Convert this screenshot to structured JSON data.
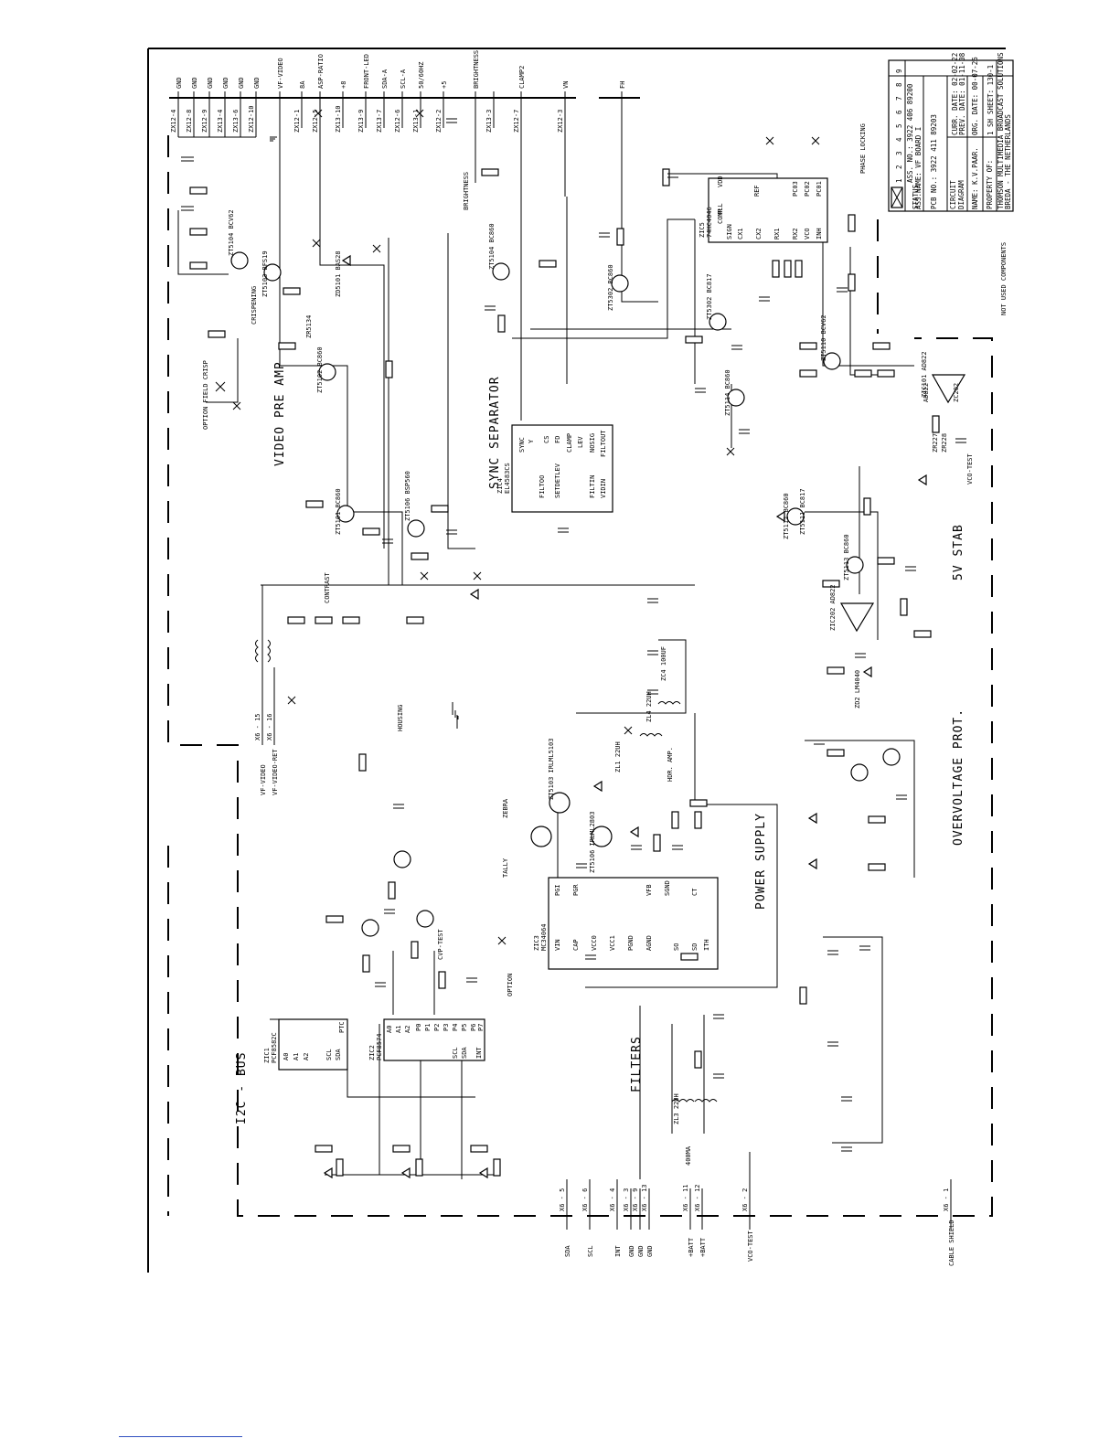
{
  "sections": {
    "video_pre_amp": "VIDEO PRE AMP",
    "sync_separator": "SYNC SEPARATOR",
    "i2c_bus": "I2C - BUS",
    "filters": "FILTERS",
    "power_supply": "POWER SUPPLY",
    "five_v_stab": "5V STAB",
    "overvoltage_prot": "OVERVOLTAGE PROT.",
    "phase_locking": "PHASE LOCKING",
    "not_used": "NOT USED COMPONENTS"
  },
  "title_block": {
    "status": "STATUS",
    "ass_no": "ASS. NO.: 3922 406 89200",
    "ass_name": "ASS.NAME: VF BOARD I",
    "pcb_no": "PCB NO.: 3922 411 89203",
    "circuit": "CIRCUIT",
    "diagram": "DIAGRAM",
    "curr_date": "CURR. DATE: 02-02-22",
    "prev_date": "PREV. DATE: 01-11-08",
    "orig_date": "ORG. DATE: 00-07-26",
    "name": "NAME: K.V.PAAR.",
    "sheet": "SHEET: 130-1",
    "sheet_no": "1 SH",
    "property": "PROPERTY OF:",
    "company": "THOMSON MULTIMEDIA BROADCAST SOLUTIONS",
    "city": "BREDA - THE NETHERLANDS",
    "rev_digits": [
      "1",
      "2",
      "3",
      "4",
      "5",
      "6",
      "7",
      "8",
      "9"
    ]
  },
  "top_connectors": [
    "GND",
    "GND",
    "GND",
    "GND",
    "GND",
    "GND",
    "VF-VIDEO",
    "8A",
    "ASP-RATIO",
    "+8",
    "FRONT-LED",
    "SDA-A",
    "SCL-A",
    "50/60HZ",
    "+5",
    "BRIGHTNESS",
    "CLAMP2",
    "VN",
    "FH"
  ],
  "top_pins": [
    "ZX12-4",
    "ZX12-8",
    "ZX12-9",
    "ZX13-4",
    "ZX13-6",
    "ZX12-10",
    "ZX12-1",
    "ZX12-5",
    "ZX13-10",
    "ZX13-9",
    "ZX13-7",
    "ZX12-6",
    "ZX13-1",
    "ZX12-2",
    "ZX13-3",
    "ZX12-7",
    "ZX12-3"
  ],
  "bottom_connectors": [
    "SDA",
    "SCL",
    "INT",
    "GND",
    "GND",
    "GND",
    "+BATT",
    "+BATT",
    "VCO-TEST",
    "CABLE SHIELD"
  ],
  "bottom_pins": [
    "X6 - 5",
    "X6 - 6",
    "X6 - 4",
    "X6 - 3",
    "X6 - 9",
    "X6 - 13",
    "X6 - 11",
    "X6 - 12",
    "X6 - 2",
    "X6 - 1"
  ],
  "video_connectors": [
    "VF-VIDEO",
    "VF-VIDEO-RET"
  ],
  "video_pins": [
    "X6 - 15",
    "X6 - 16"
  ],
  "ics": [
    {
      "ref": "ZIC1",
      "type": "PCF8582C",
      "pins": [
        "A0",
        "A1",
        "A2",
        "PTC",
        "SCL",
        "SDA"
      ]
    },
    {
      "ref": "ZIC2",
      "type": "PCF8574",
      "pins": [
        "A0",
        "A1",
        "A2",
        "P0",
        "P1",
        "P2",
        "P3",
        "P4",
        "P5",
        "P6",
        "P7",
        "SCL",
        "SDA",
        "INT"
      ]
    },
    {
      "ref": "ZIC3",
      "type": "MC34064",
      "pins": [
        "VIN",
        "PGI",
        "PGR",
        "CAP",
        "VCC0",
        "VCC1",
        "PGND",
        "AGND",
        "VFB",
        "SGND",
        "SO",
        "SD",
        "CT",
        "ITH"
      ]
    },
    {
      "ref": "ZIC4",
      "type": "EL4583CS",
      "pins": [
        "SYNC",
        "Y",
        "CS",
        "FD",
        "CLAMP",
        "LEV",
        "NOSIG",
        "FILTOUT",
        "FILTIN",
        "VIDIN",
        "SETDETLEV",
        "FILTOO"
      ]
    },
    {
      "ref": "ZIC5",
      "type": "74HC4046",
      "pins": [
        "COMP",
        "SIGN",
        "CX1",
        "CX2",
        "RX1",
        "RX2",
        "VCO",
        "INH",
        "PC01",
        "PC02",
        "PC03",
        "REF",
        "VDD"
      ]
    }
  ],
  "labels": {
    "contrast": "CONTRAST",
    "crispening": "CRISPENING",
    "brightness": "BRIGHTNESS",
    "option_field_crisp": "OPTION FIELD CRISP",
    "option": "OPTION",
    "tally": "TALLY",
    "zebra": "ZEBRA",
    "housing": "HOUSING",
    "cvp_test": "CVP-TEST",
    "hdr_amp": "HDR. AMP.",
    "vco_test": "VCO-TEST",
    "fuse": "400MA",
    "pll": "PLL"
  },
  "components": [
    "ZT5104 BCV62",
    "ZT5103 BFS19",
    "ZD5101 BAS28",
    "ZR5134",
    "ZT5102 BC860",
    "ZT5101 BC860",
    "ZT5106 BSP560",
    "ZT5104 BC860",
    "ZT5302 BC860",
    "ZT5302 BC817",
    "ZT5114 BC860",
    "ZT5112 BC860",
    "ZT5113 BC860",
    "ZT5110 BCV62",
    "ZT5111 BC817",
    "ZIC101 AD822",
    "ZIC202 AD822",
    "ZD2 LM4040",
    "ZT5103 IRLML5103",
    "ZT5106 IRLML2803",
    "ZL1 22UH",
    "ZL3 22UH",
    "ZL4 22UH",
    "ZC4 100UF"
  ],
  "not_used_components": [
    "ZC202",
    "ZR227",
    "ZR228",
    "AD822"
  ]
}
